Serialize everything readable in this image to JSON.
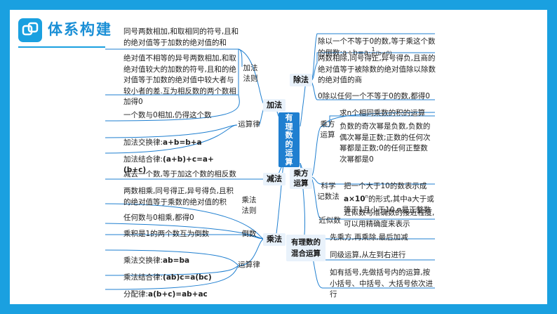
{
  "header": {
    "title": "体系构建",
    "icon": "link-icon",
    "accent_color": "#1aa0e0"
  },
  "center": {
    "label": "有\n理\n数\n的\n运\n算"
  },
  "left": {
    "addition": {
      "node": "加法",
      "rule_label": "加法\n法则",
      "law_label": "运算律",
      "rules": [
        "同号两数相加,和取相同的符号,且和的绝对值等于加数的绝对值的和",
        "绝对值不相等的异号两数相加,和取绝对值较大的加数的符号,且和的绝对值等于加数的绝对值中较大者与较小者的差.互为相反数的两个数相加得0",
        "一个数与0相加,仍得这个数"
      ],
      "laws": [
        {
          "name": "加法交换律:",
          "formula": "a+b=b+a"
        },
        {
          "name": "加法结合律:",
          "formula": "(a+b)+c=a+(b+c)"
        }
      ]
    },
    "subtraction": {
      "node": "减法",
      "rule": "减去一个数,等于加这个数的相反数"
    },
    "multiplication": {
      "node": "乘法",
      "rule_label": "乘法\n法则",
      "reciprocal_label": "倒数",
      "law_label": "运算律",
      "rules": [
        "两数相乘,同号得正,异号得负,且积的绝对值等于乘数的绝对值的积",
        "任何数与0相乘,都得0"
      ],
      "reciprocal": "乘积是1的两个数互为倒数",
      "laws": [
        {
          "name": "乘法交换律:",
          "formula": "ab=ba"
        },
        {
          "name": "乘法结合律:",
          "formula": "(ab)c=a(bc)"
        },
        {
          "name": "分配律:",
          "formula": "a(b+c)=ab+ac"
        }
      ]
    }
  },
  "right": {
    "division": {
      "node": "除法",
      "rules": [
        "除以一个不等于0的数,等于乘这个数的倒数:a÷b=a·",
        "两数相除,同号得正,异号得负,且商的绝对值等于被除数的绝对值除以除数的绝对值的商",
        "0除以任何一个不等于0的数,都得0"
      ],
      "frac_num": "1",
      "frac_den": "b",
      "condition": "(b≠0)"
    },
    "power": {
      "node": "乘方\n运算",
      "power_label": "乘方\n运算",
      "sci_label": "科学\n记数法",
      "approx_label": "近似数",
      "definition": "求n个相同乘数的积的运算",
      "sign_rule": "负数的奇次幂是负数,负数的偶次幂是正数;正数的任何次幂都是正数;0的任何正整数次幂都是0",
      "sci_rule_a": "把一个大于10的数表示成",
      "sci_formula": "a×10",
      "sci_exp": "n",
      "sci_rule_b": "的形式,其中a大于或等于1且小于10,n是正整数",
      "approx_rule": "近似数与准确数的接近程度,可以用精确度来表示"
    },
    "mixed": {
      "node": "有理数的\n混合运算",
      "rules": [
        "先乘方,再乘除,最后加减",
        "同级运算,从左到右进行",
        "如有括号,先做括号内的运算,按小括号、中括号、大括号依次进行"
      ]
    }
  }
}
